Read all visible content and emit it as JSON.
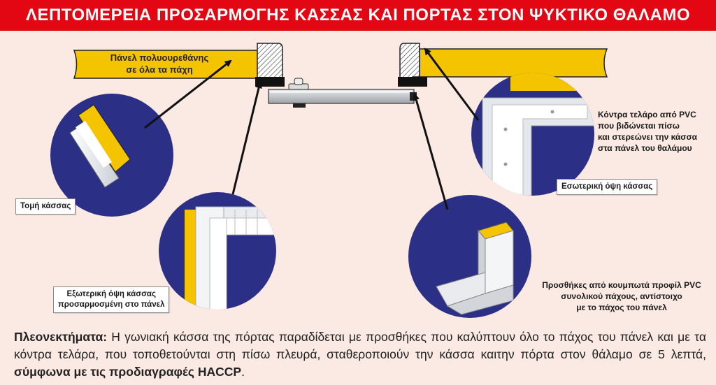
{
  "title": "ΛΕΠΤΟΜΕΡΕΙΑ ΠΡΟΣΑΡΜΟΓΗΣ ΚΑΣΣΑΣ ΚΑΙ ΠΟΡΤΑΣ ΣΤΟΝ ΨΥΚΤΙΚΟ ΘΑΛΑΜΟ",
  "panel_label_line1": "Πάνελ πολυουρεθάνης",
  "panel_label_line2": "σε όλα τα πάχη",
  "label_section": "Τομή κάσσας",
  "label_exterior_line1": "Εξωτερική όψη κάσσας",
  "label_exterior_line2": "προσαρμοσμένη στο πάνελ",
  "label_interior": "Εσωτερική όψη κάσσας",
  "label_counterframe_line1": "Κόντρα τελάρο από PVC",
  "label_counterframe_line2": "που βιδώνεται πίσω",
  "label_counterframe_line3": "και στερεώνει την κάσσα",
  "label_counterframe_line4": "στα πάνελ του θαλάμου",
  "label_extensions_line1": "Προσθήκες από κουμπωτά προφίλ PVC",
  "label_extensions_line2": "συνολικού πάχους, αντίστοιχο",
  "label_extensions_line3": "με το πάχος του πάνελ",
  "advantages_heading": "Πλεονεκτήματα:",
  "advantages_body": " Η γωνιακή κάσσα της πόρτας παραδίδεται με προσθήκες που καλύπτουν όλο το πάχος του πάνελ και με τα κόντρα τελάρα, που τοποθετούνται στη πίσω πλευρά, σταθεροποιούν την κάσσα καιτην πόρτα στον θάλαμο σε 5 λεπτά, ",
  "advantages_emphasis": "σύμφωνα με τις προδιαγραφές HACCP",
  "advantages_end": ".",
  "colors": {
    "title_bg": "#e30613",
    "panel_yellow": "#f5c400",
    "circle_blue": "#2b2f86",
    "background": "#fbe9e3"
  }
}
